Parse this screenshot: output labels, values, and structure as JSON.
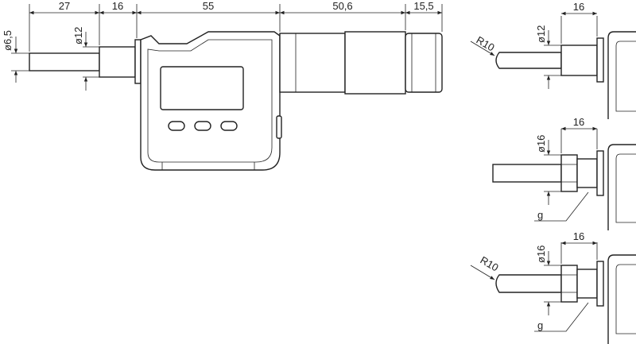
{
  "main_view": {
    "dim_stem_length": "27",
    "dim_spindle_length": "16",
    "dim_body_length": "55",
    "dim_sleeve_length": "50,6",
    "dim_thimble_length": "15,5",
    "dim_stem_diameter": "ø6,5",
    "dim_spindle_diameter": "ø12"
  },
  "detail_round_tip": {
    "dim_length": "16",
    "dim_diameter": "ø12",
    "dim_radius": "R10"
  },
  "detail_threaded": {
    "dim_length": "16",
    "dim_diameter": "ø16",
    "thread_label": "g"
  },
  "detail_threaded_round": {
    "dim_length": "16",
    "dim_diameter": "ø16",
    "dim_radius": "R10",
    "thread_label": "g"
  }
}
